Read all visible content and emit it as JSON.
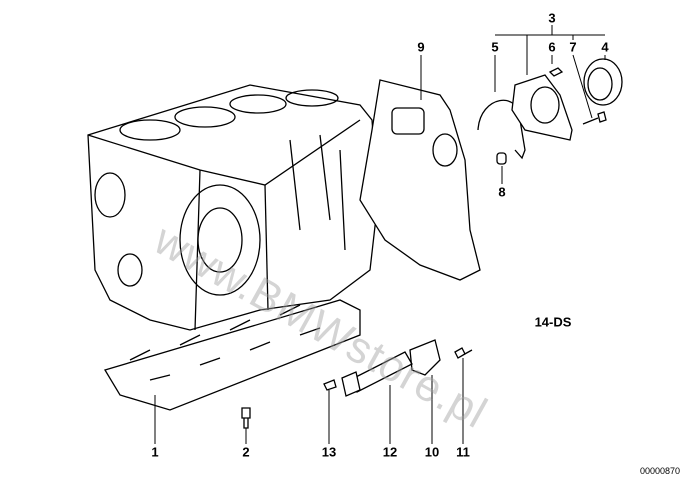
{
  "diagram": {
    "callouts": {
      "p1": "1",
      "p2": "2",
      "p3": "3",
      "p4": "4",
      "p5": "5",
      "p6": "6",
      "p7": "7",
      "p8": "8",
      "p9": "9",
      "p10": "10",
      "p11": "11",
      "p12": "12",
      "p13": "13"
    },
    "variant_label": "14-DS",
    "drawing_number": "00000870",
    "watermark": "www.BMWstore.pl"
  }
}
